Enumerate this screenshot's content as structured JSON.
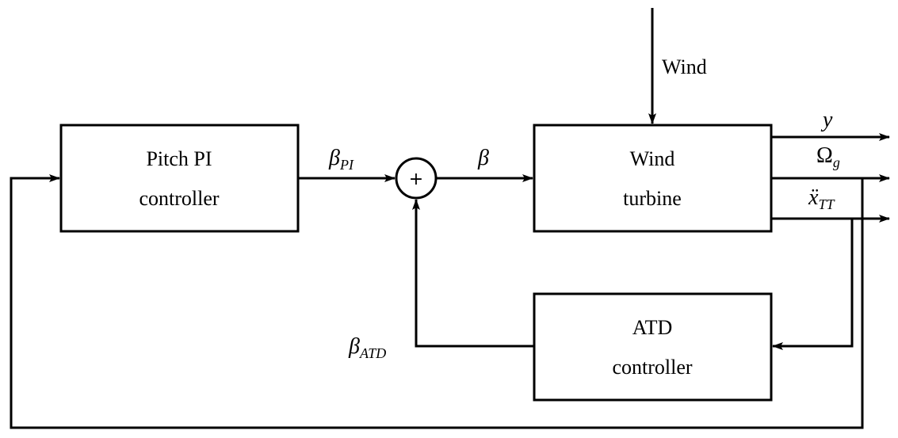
{
  "blocks": {
    "pitch_pi": {
      "line1": "Pitch PI",
      "line2": "controller"
    },
    "wind_turbine": {
      "line1": "Wind",
      "line2": "turbine"
    },
    "atd": {
      "line1": "ATD",
      "line2": "controller"
    }
  },
  "summer": {
    "symbol": "+"
  },
  "signals": {
    "wind": "Wind",
    "beta_pi": {
      "base": "β",
      "sub": "PI"
    },
    "beta": "β",
    "beta_atd": {
      "base": "β",
      "sub": "ATD"
    },
    "y": "y",
    "omega_g": {
      "base": "Ω",
      "sub": "g"
    },
    "xtt": {
      "base": "ẍ",
      "sub": "TT"
    }
  }
}
